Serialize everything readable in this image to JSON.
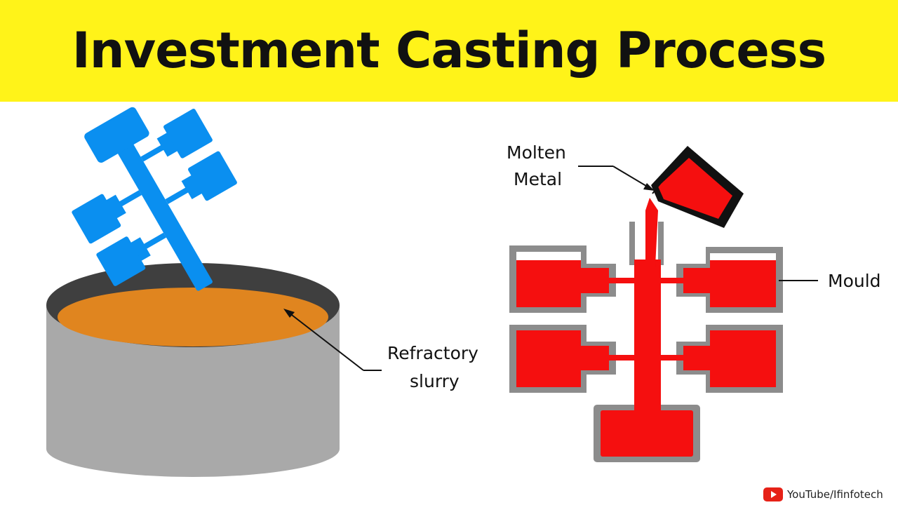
{
  "title": "Investment Casting Process",
  "labels": {
    "refractory_line1": "Refractory",
    "refractory_line2": "slurry",
    "molten_line1": "Molten",
    "molten_line2": "Metal",
    "mould": "Mould"
  },
  "credit": {
    "text": "YouTube/Ifinfotech",
    "icon": "youtube-play-icon"
  },
  "colors": {
    "banner": "#fff319",
    "wax_pattern": "#0a8ff0",
    "slurry": "#e0851f",
    "tank": "#a9a9a9",
    "molten_metal": "#f50f0f",
    "mould_shell": "#8c8c8c"
  }
}
